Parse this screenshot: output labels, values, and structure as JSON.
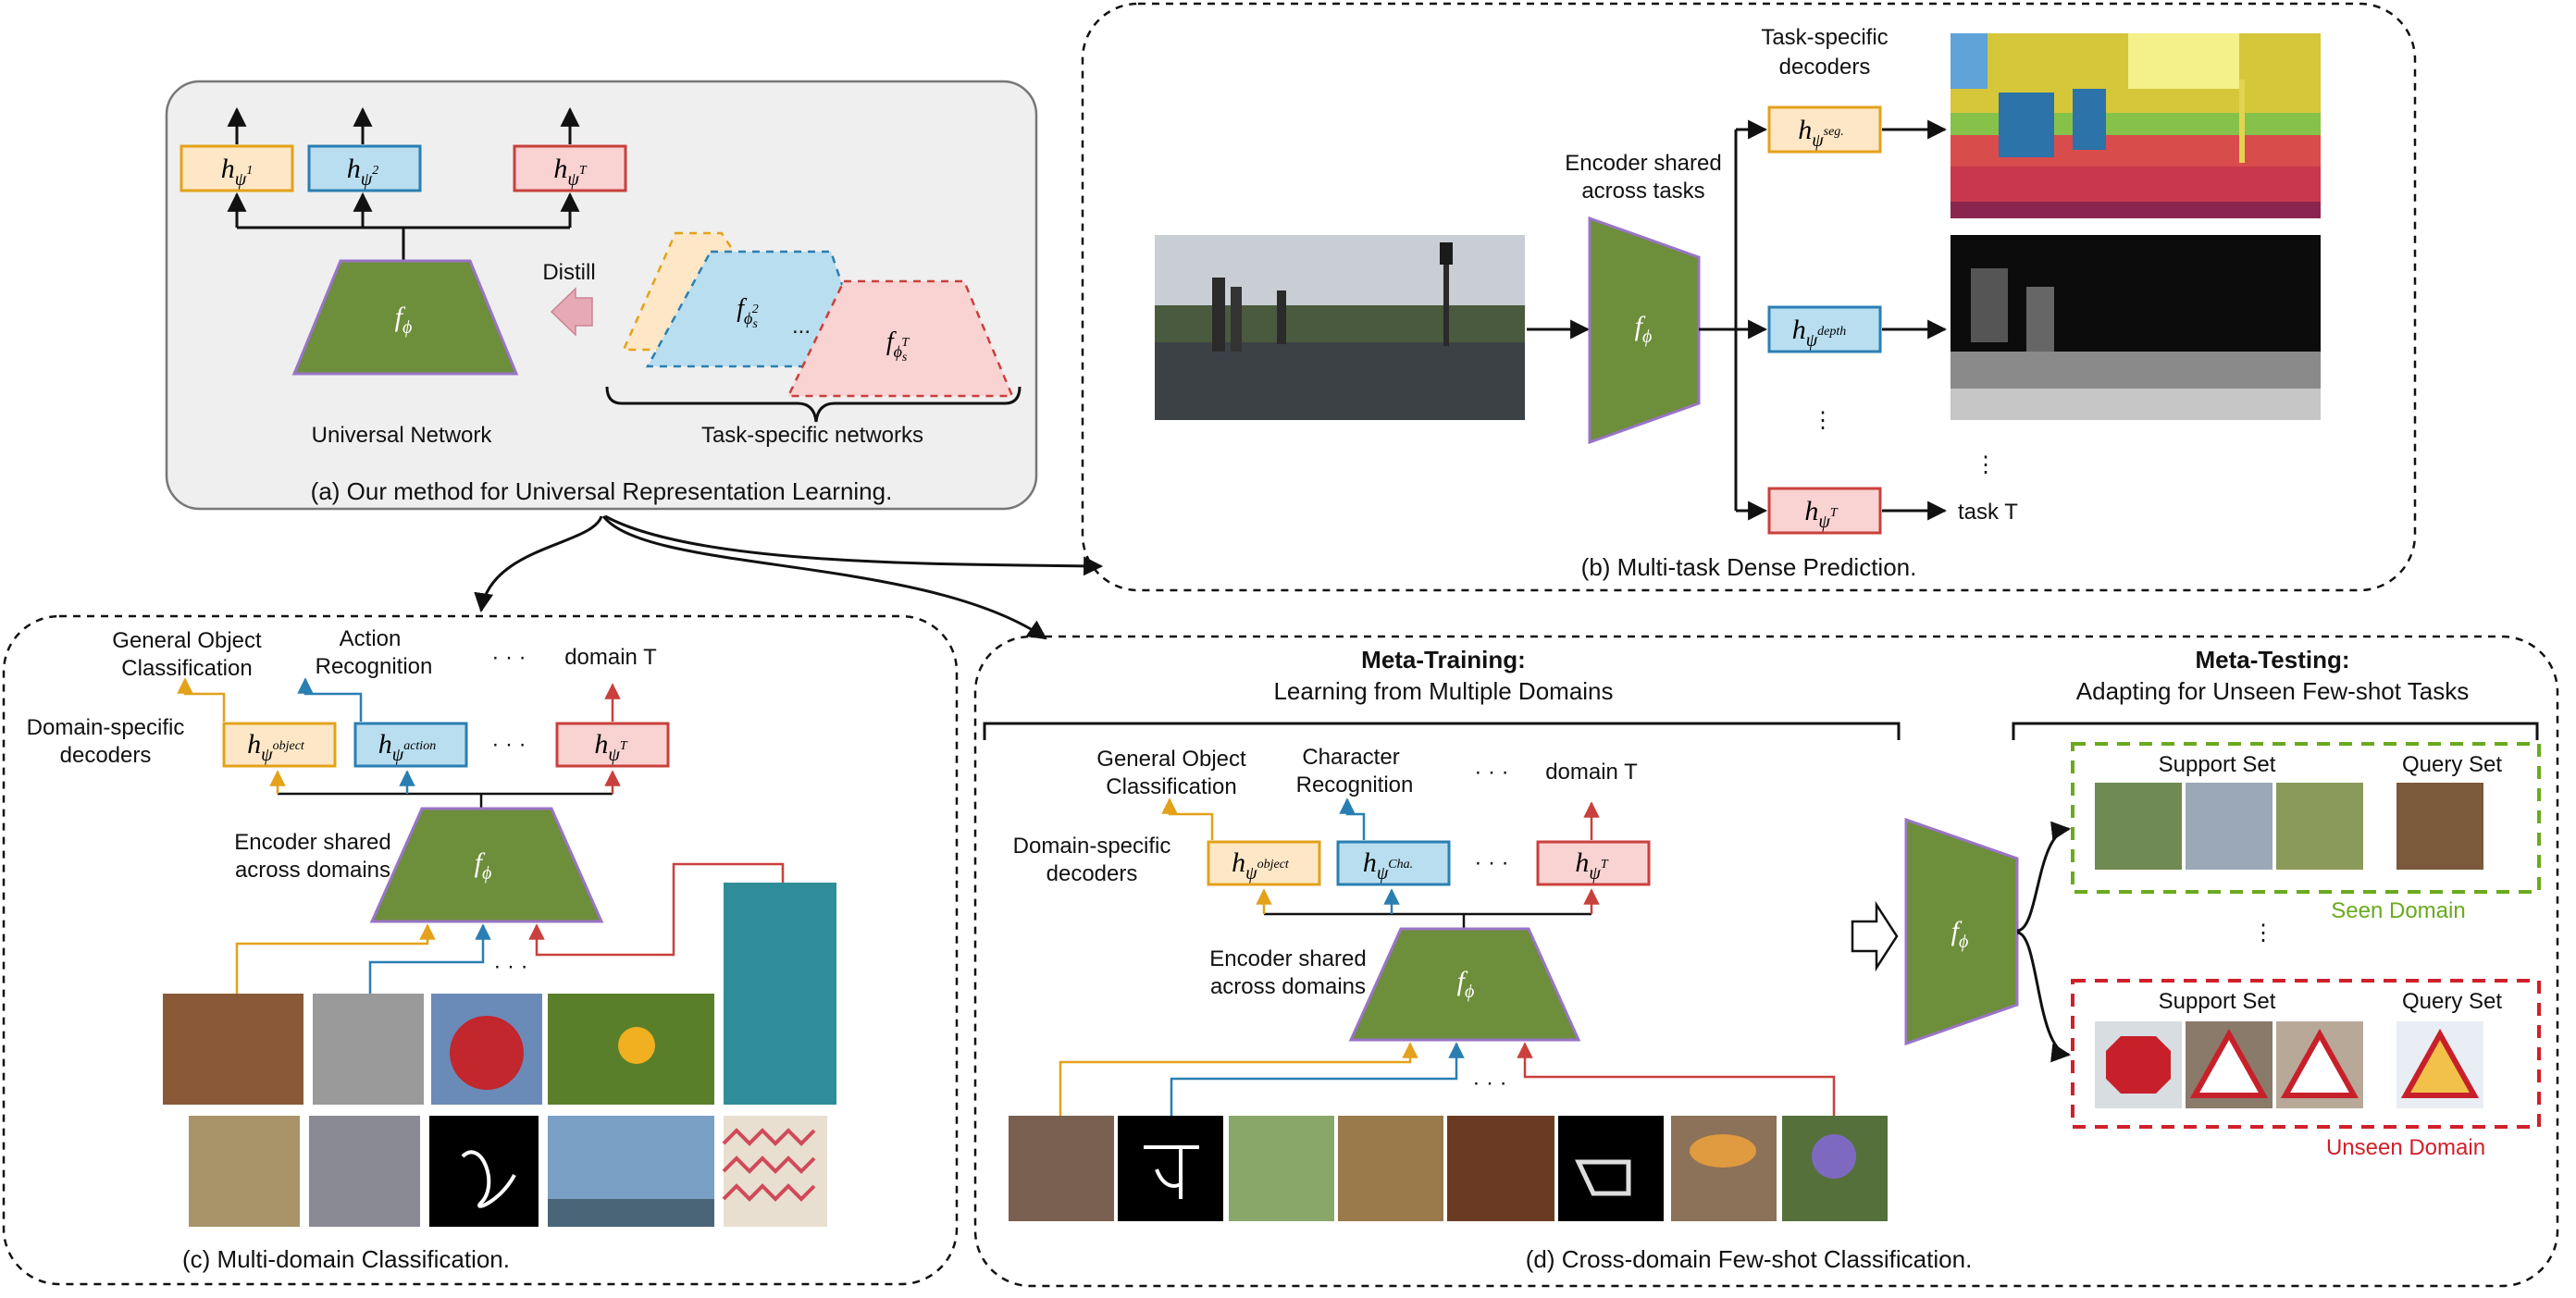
{
  "panel_a": {
    "caption": "(a) Our method for Universal Representation Learning.",
    "universal_network": "Universal Network",
    "task_specific_networks": "Task-specific networks",
    "distill": "Distill",
    "dots": "..."
  },
  "panel_b": {
    "caption": "(b) Multi-task Dense Prediction.",
    "task_specific_decoders_1": "Task-specific",
    "task_specific_decoders_2": "decoders",
    "encoder_shared_1": "Encoder shared",
    "encoder_shared_2": "across tasks",
    "task_t": "task T",
    "vdots": "⋮"
  },
  "panel_c": {
    "caption": "(c) Multi-domain Classification.",
    "general_object_1": "General Object",
    "general_object_2": "Classification",
    "action_1": "Action",
    "action_2": "Recognition",
    "domain_t": "domain T",
    "domain_specific_1": "Domain-specific",
    "domain_specific_2": "decoders",
    "encoder_shared_1": "Encoder shared",
    "encoder_shared_2": "across domains",
    "dots": "· · ·"
  },
  "panel_d": {
    "caption": "(d) Cross-domain Few-shot Classification.",
    "meta_training_title": "Meta-Training:",
    "meta_training_sub": "Learning from Multiple Domains",
    "meta_testing_title": "Meta-Testing:",
    "meta_testing_sub": "Adapting for Unseen Few-shot Tasks",
    "general_object_1": "General Object",
    "general_object_2": "Classification",
    "character_1": "Character",
    "character_2": "Recognition",
    "domain_t": "domain T",
    "domain_specific_1": "Domain-specific",
    "domain_specific_2": "decoders",
    "encoder_shared_1": "Encoder shared",
    "encoder_shared_2": "across domains",
    "support_set": "Support Set",
    "query_set": "Query Set",
    "seen_domain": "Seen Domain",
    "unseen_domain": "Unseen Domain",
    "dots": "· · ·",
    "vdots": "⋮"
  },
  "symbols": {
    "f": "f",
    "phi": "ϕ",
    "h": "h",
    "psi": "ψ",
    "sup_1": "1",
    "sup_2": "2",
    "sup_T": "T",
    "sup_seg": "seg.",
    "sup_depth": "depth",
    "sup_object": "object",
    "sup_action": "action",
    "sup_cha": "Cha.",
    "s": "s"
  },
  "colors": {
    "encoder_green": "#6d8e3a",
    "encoder_border": "#9a74c7",
    "yellow": "#e3a21a",
    "blue": "#2a7fb2",
    "red": "#c9403c",
    "seen_green": "#6aaa1e",
    "unseen_red": "#d0202a"
  },
  "icons": [
    "dashed-arrow-icon",
    "hollow-arrow-icon",
    "photo-thumbnail"
  ]
}
